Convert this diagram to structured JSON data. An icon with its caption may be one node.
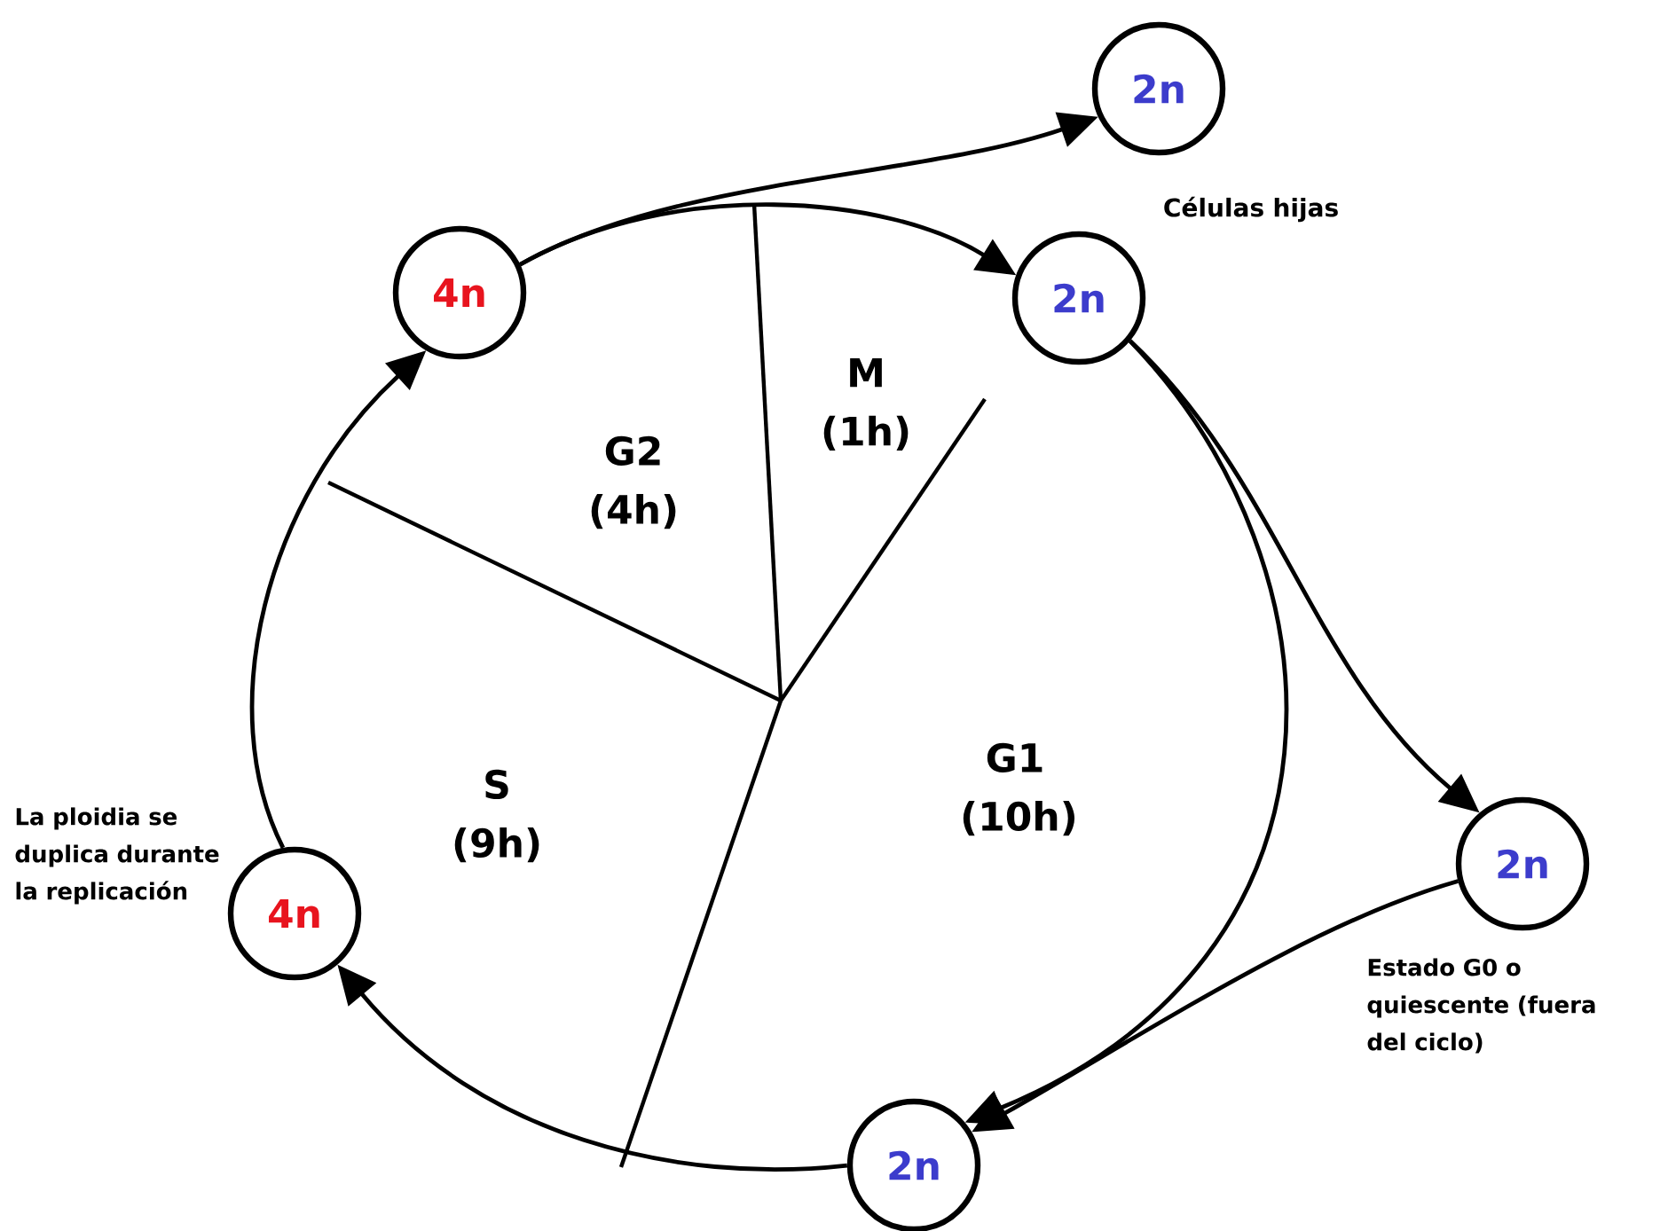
{
  "diagram": {
    "nodes": [
      {
        "text": [
          "4n"
        ]
      },
      {
        "text": [
          "2n"
        ]
      },
      {
        "text": [
          "2n"
        ]
      },
      {
        "text": [
          "2n"
        ],
        "beside": [
          "Estado G0 o quiescente (fuera del ciclo)"
        ]
      },
      {
        "text": [
          "2n"
        ]
      },
      {
        "text": [
          "4n"
        ],
        "beside": [
          "La ploidia se duplica durante la replicación"
        ]
      }
    ],
    "edges": [
      {
        "from": 0,
        "to": 1,
        "arrow": "to"
      },
      {
        "from": 0,
        "to": 2,
        "arrow": "to"
      },
      {
        "from": 2,
        "to": 3,
        "arrow": "to"
      },
      {
        "from": 2,
        "to": 4,
        "arrow": "to"
      },
      {
        "from": 3,
        "to": 4,
        "arrow": "to"
      },
      {
        "from": 4,
        "to": 5,
        "arrow": "to"
      },
      {
        "from": 5,
        "to": 0,
        "arrow": "to"
      }
    ],
    "labels": [
      "Células hijas",
      "M (1h)",
      "G2 (4h)",
      "S (9h)",
      "G1 (10h)"
    ]
  }
}
